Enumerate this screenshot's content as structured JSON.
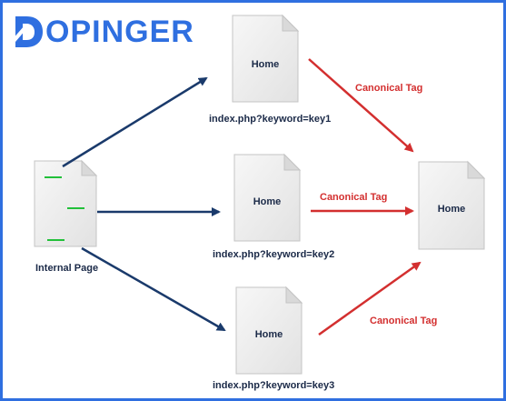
{
  "brand": {
    "logo_text": "OPINGER",
    "logo_full": "DOPINGER",
    "accent_color": "#2f6fe0"
  },
  "diagram": {
    "source": {
      "label": "Internal Page"
    },
    "variants": [
      {
        "doc_label": "Home",
        "url": "index.php?keyword=key1"
      },
      {
        "doc_label": "Home",
        "url": "index.php?keyword=key2"
      },
      {
        "doc_label": "Home",
        "url": "index.php?keyword=key3"
      }
    ],
    "target": {
      "doc_label": "Home"
    },
    "canonical_labels": [
      "Canonical Tag",
      "Canonical Tag",
      "Canonical Tag"
    ],
    "colors": {
      "navy_arrow": "#1a3a6b",
      "red_arrow": "#d32f2f",
      "green_line": "#22c03a"
    }
  }
}
